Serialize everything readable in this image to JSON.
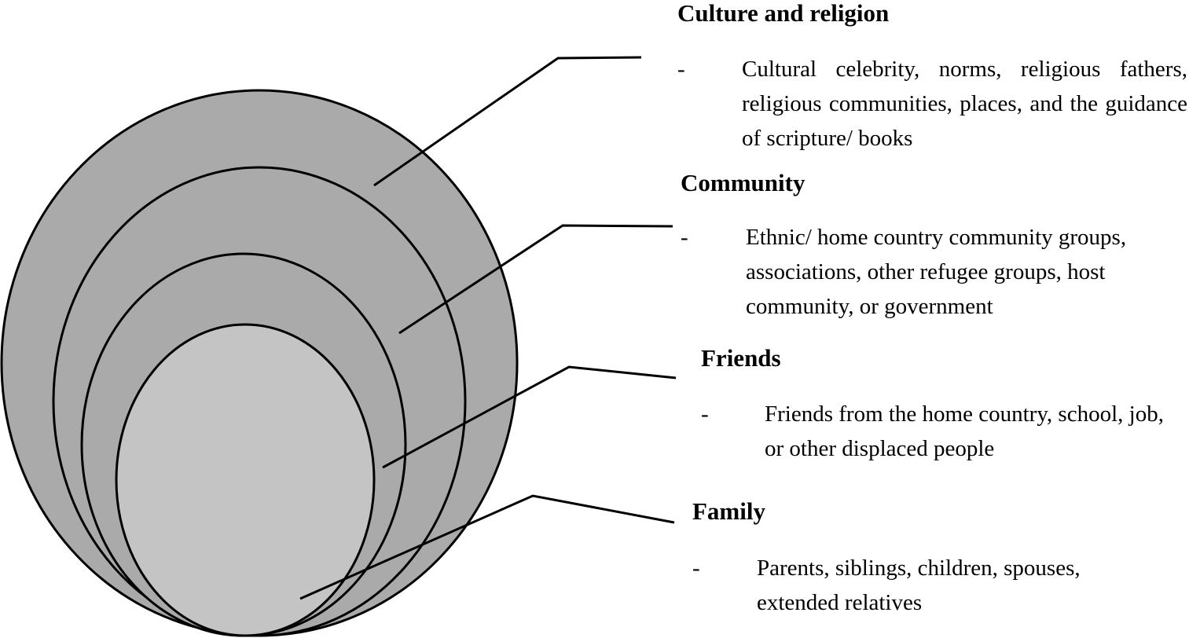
{
  "colors": {
    "outer_fill": "#aaaaaa",
    "inner_fill": "#c4c4c4",
    "stroke": "#000000",
    "background": "#ffffff"
  },
  "layers": [
    {
      "heading": "Culture and religion",
      "bullet": "-",
      "description": "Cultural celebrity, norms, religious fathers, religious communities, places, and the guidance of scripture/ books"
    },
    {
      "heading": "Community",
      "bullet": "-",
      "description": "Ethnic/ home country community groups, associations, other refugee groups, host community, or government"
    },
    {
      "heading": "Friends",
      "bullet": "-",
      "description": "Friends from the home country, school, job, or other displaced people"
    },
    {
      "heading": "Family",
      "bullet": "-",
      "description": "Parents, siblings, children, spouses, extended relatives"
    }
  ]
}
